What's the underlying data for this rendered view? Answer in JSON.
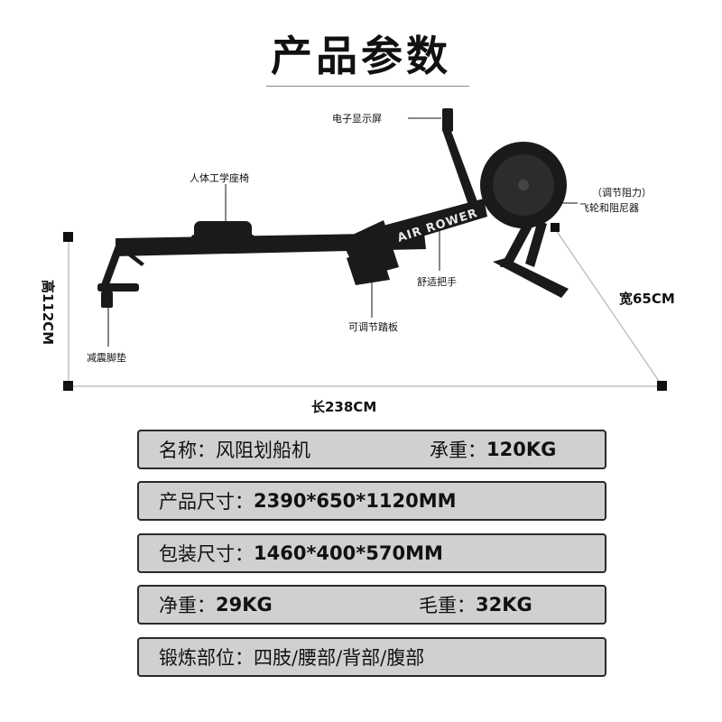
{
  "header": {
    "title": "产品参数"
  },
  "callouts": {
    "display": "电子显示屏",
    "seat": "人体工学座椅",
    "resistance_1": "（调节阻力）",
    "resistance_2": "飞轮和阻尼器",
    "handle": "舒适把手",
    "pedal": "可调节踏板",
    "cushion": "减震脚垫"
  },
  "dimensions": {
    "height": "高112CM",
    "width": "宽65CM",
    "length": "长238CM"
  },
  "product_brand": "AIR ROWER",
  "specs": {
    "name_key": "名称：",
    "name_val": "风阻划船机",
    "load_key": "承重：",
    "load_val": "120KG",
    "size_key": "产品尺寸：",
    "size_val": "2390*650*1120MM",
    "pack_key": "包装尺寸：",
    "pack_val": "1460*400*570MM",
    "net_key": "净重：",
    "net_val": "29KG",
    "gross_key": "毛重：",
    "gross_val": "32KG",
    "parts_key": "锻炼部位：",
    "parts_val": "四肢/腰部/背部/腹部"
  },
  "colors": {
    "bar_fill": "#d0d0d0",
    "bar_border": "#2a2a2a",
    "machine": "#1a1a1a"
  }
}
